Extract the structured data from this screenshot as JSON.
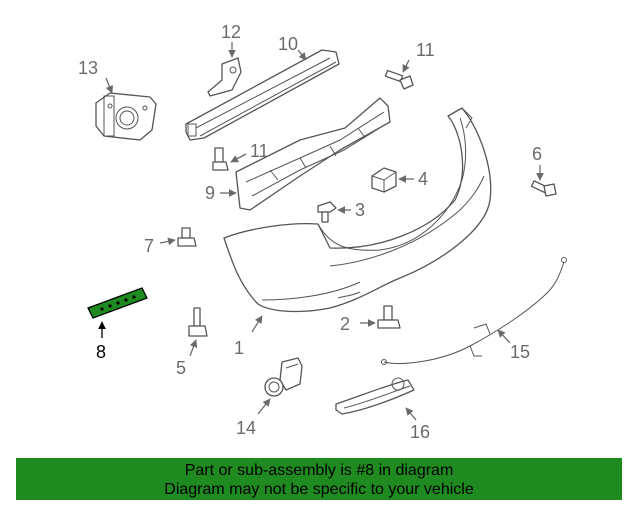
{
  "diagram": {
    "labels": {
      "l1": "1",
      "l2": "2",
      "l3": "3",
      "l4": "4",
      "l5": "5",
      "l6": "6",
      "l7": "7",
      "l8": "8",
      "l9": "9",
      "l10": "10",
      "l11a": "11",
      "l11b": "11",
      "l12": "12",
      "l13": "13",
      "l14": "14",
      "l15": "15",
      "l16": "16"
    },
    "highlight_color": "#1f8a1f",
    "line_color": "#555555"
  },
  "banner": {
    "line1": "Part or sub-assembly is #8 in diagram",
    "line2": "Diagram may not be specific to your vehicle",
    "background": "#1f8a1f"
  }
}
